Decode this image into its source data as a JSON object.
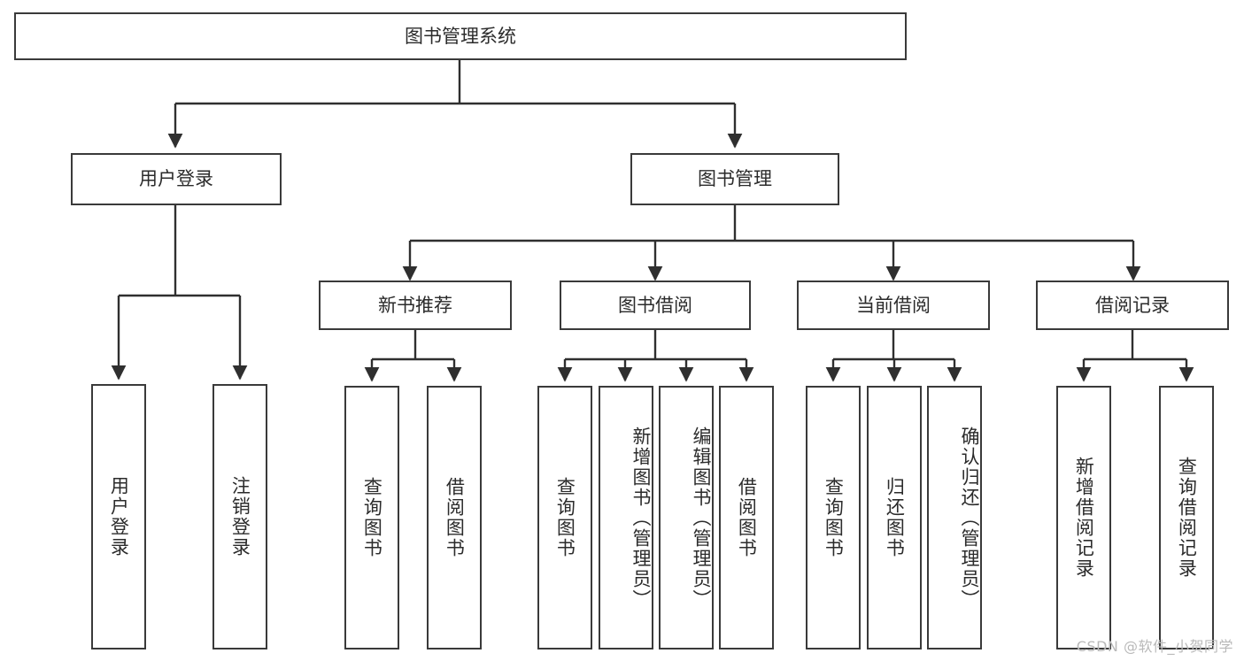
{
  "diagram": {
    "title": "图书管理系统",
    "type": "tree",
    "watermark": "CSDN @软件_小贺同学",
    "colors": {
      "box_border": "#3a3a3a",
      "box_fill": "#ffffff",
      "connector": "#2f2f2f",
      "text": "#2b2b2b",
      "watermark": "#b9b9b9",
      "background": "#ffffff"
    },
    "root": {
      "label": "图书管理系统"
    },
    "level2": [
      {
        "label": "用户登录"
      },
      {
        "label": "图书管理"
      }
    ],
    "level3": [
      {
        "label": "新书推荐"
      },
      {
        "label": "图书借阅"
      },
      {
        "label": "当前借阅"
      },
      {
        "label": "借阅记录"
      }
    ],
    "leaves_user_login": [
      {
        "label": "用户登录"
      },
      {
        "label": "注销登录"
      }
    ],
    "leaves_new_book": [
      {
        "label": "查询图书"
      },
      {
        "label": "借阅图书"
      }
    ],
    "leaves_borrow": [
      {
        "label": "查询图书"
      },
      {
        "label": "新增图书（管理员）"
      },
      {
        "label": "编辑图书（管理员）"
      },
      {
        "label": "借阅图书"
      }
    ],
    "leaves_current": [
      {
        "label": "查询图书"
      },
      {
        "label": "归还图书"
      },
      {
        "label": "确认归还（管理员）"
      }
    ],
    "leaves_record": [
      {
        "label": "新增借阅记录"
      },
      {
        "label": "查询借阅记录"
      }
    ]
  }
}
